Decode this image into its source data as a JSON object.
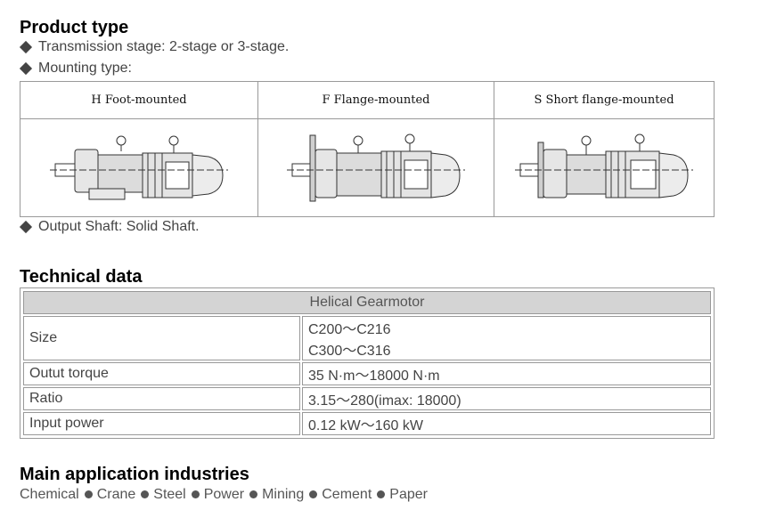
{
  "product_type": {
    "heading": "Product type",
    "transmission": "Transmission stage: 2-stage or 3-stage.",
    "mounting": "Mounting type:",
    "output_shaft": "Output Shaft: Solid Shaft."
  },
  "mounting_types": [
    {
      "label": "H Foot-mounted",
      "icon": "foot-mounted-gearmotor-drawing"
    },
    {
      "label": "F Flange-mounted",
      "icon": "flange-mounted-gearmotor-drawing"
    },
    {
      "label": "S Short flange-mounted",
      "icon": "short-flange-mounted-gearmotor-drawing"
    }
  ],
  "technical_data": {
    "heading": "Technical data",
    "table_title": "Helical Gearmotor",
    "rows": [
      {
        "label": "Size",
        "value_line1": "C200～C216",
        "value_line2": "C300～C316"
      },
      {
        "label": "Outut torque",
        "value": "35 N·m～18000 N·m"
      },
      {
        "label": "Ratio",
        "value": "3.15～280(imax: 18000)"
      },
      {
        "label": "Input power",
        "value": "0.12 kW～160 kW"
      }
    ]
  },
  "applications": {
    "heading": "Main application industries",
    "items": [
      "Chemical",
      "Crane",
      "Steel",
      "Power",
      "Mining",
      "Cement",
      "Paper"
    ]
  }
}
